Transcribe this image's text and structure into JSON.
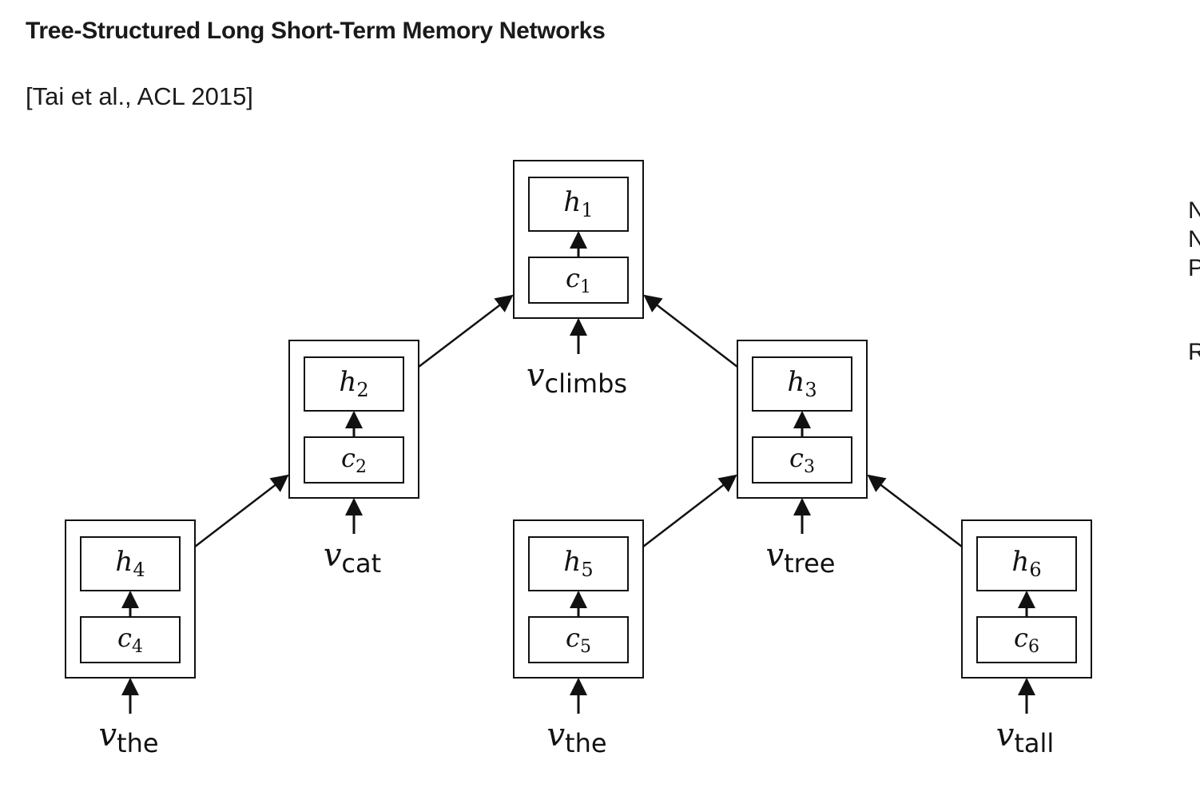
{
  "header": {
    "title": "Tree-Structured Long Short-Term Memory Networks",
    "citation": "[Tai et al., ACL 2015]"
  },
  "side_text": [
    "N",
    "N",
    "P",
    "R"
  ],
  "diagram": {
    "nodes": [
      {
        "id": "1",
        "h": "h",
        "h_sub": "1",
        "c": "c",
        "c_sub": "1",
        "input_var": "v",
        "input_word": "climbs"
      },
      {
        "id": "2",
        "h": "h",
        "h_sub": "2",
        "c": "c",
        "c_sub": "2",
        "input_var": "v",
        "input_word": "cat"
      },
      {
        "id": "3",
        "h": "h",
        "h_sub": "3",
        "c": "c",
        "c_sub": "3",
        "input_var": "v",
        "input_word": "tree"
      },
      {
        "id": "4",
        "h": "h",
        "h_sub": "4",
        "c": "c",
        "c_sub": "4",
        "input_var": "v",
        "input_word": "the"
      },
      {
        "id": "5",
        "h": "h",
        "h_sub": "5",
        "c": "c",
        "c_sub": "5",
        "input_var": "v",
        "input_word": "the"
      },
      {
        "id": "6",
        "h": "h",
        "h_sub": "6",
        "c": "c",
        "c_sub": "6",
        "input_var": "v",
        "input_word": "tall"
      }
    ],
    "edges": [
      {
        "from": "2",
        "to": "1"
      },
      {
        "from": "3",
        "to": "1"
      },
      {
        "from": "4",
        "to": "2"
      },
      {
        "from": "5",
        "to": "3"
      },
      {
        "from": "6",
        "to": "3"
      }
    ]
  }
}
